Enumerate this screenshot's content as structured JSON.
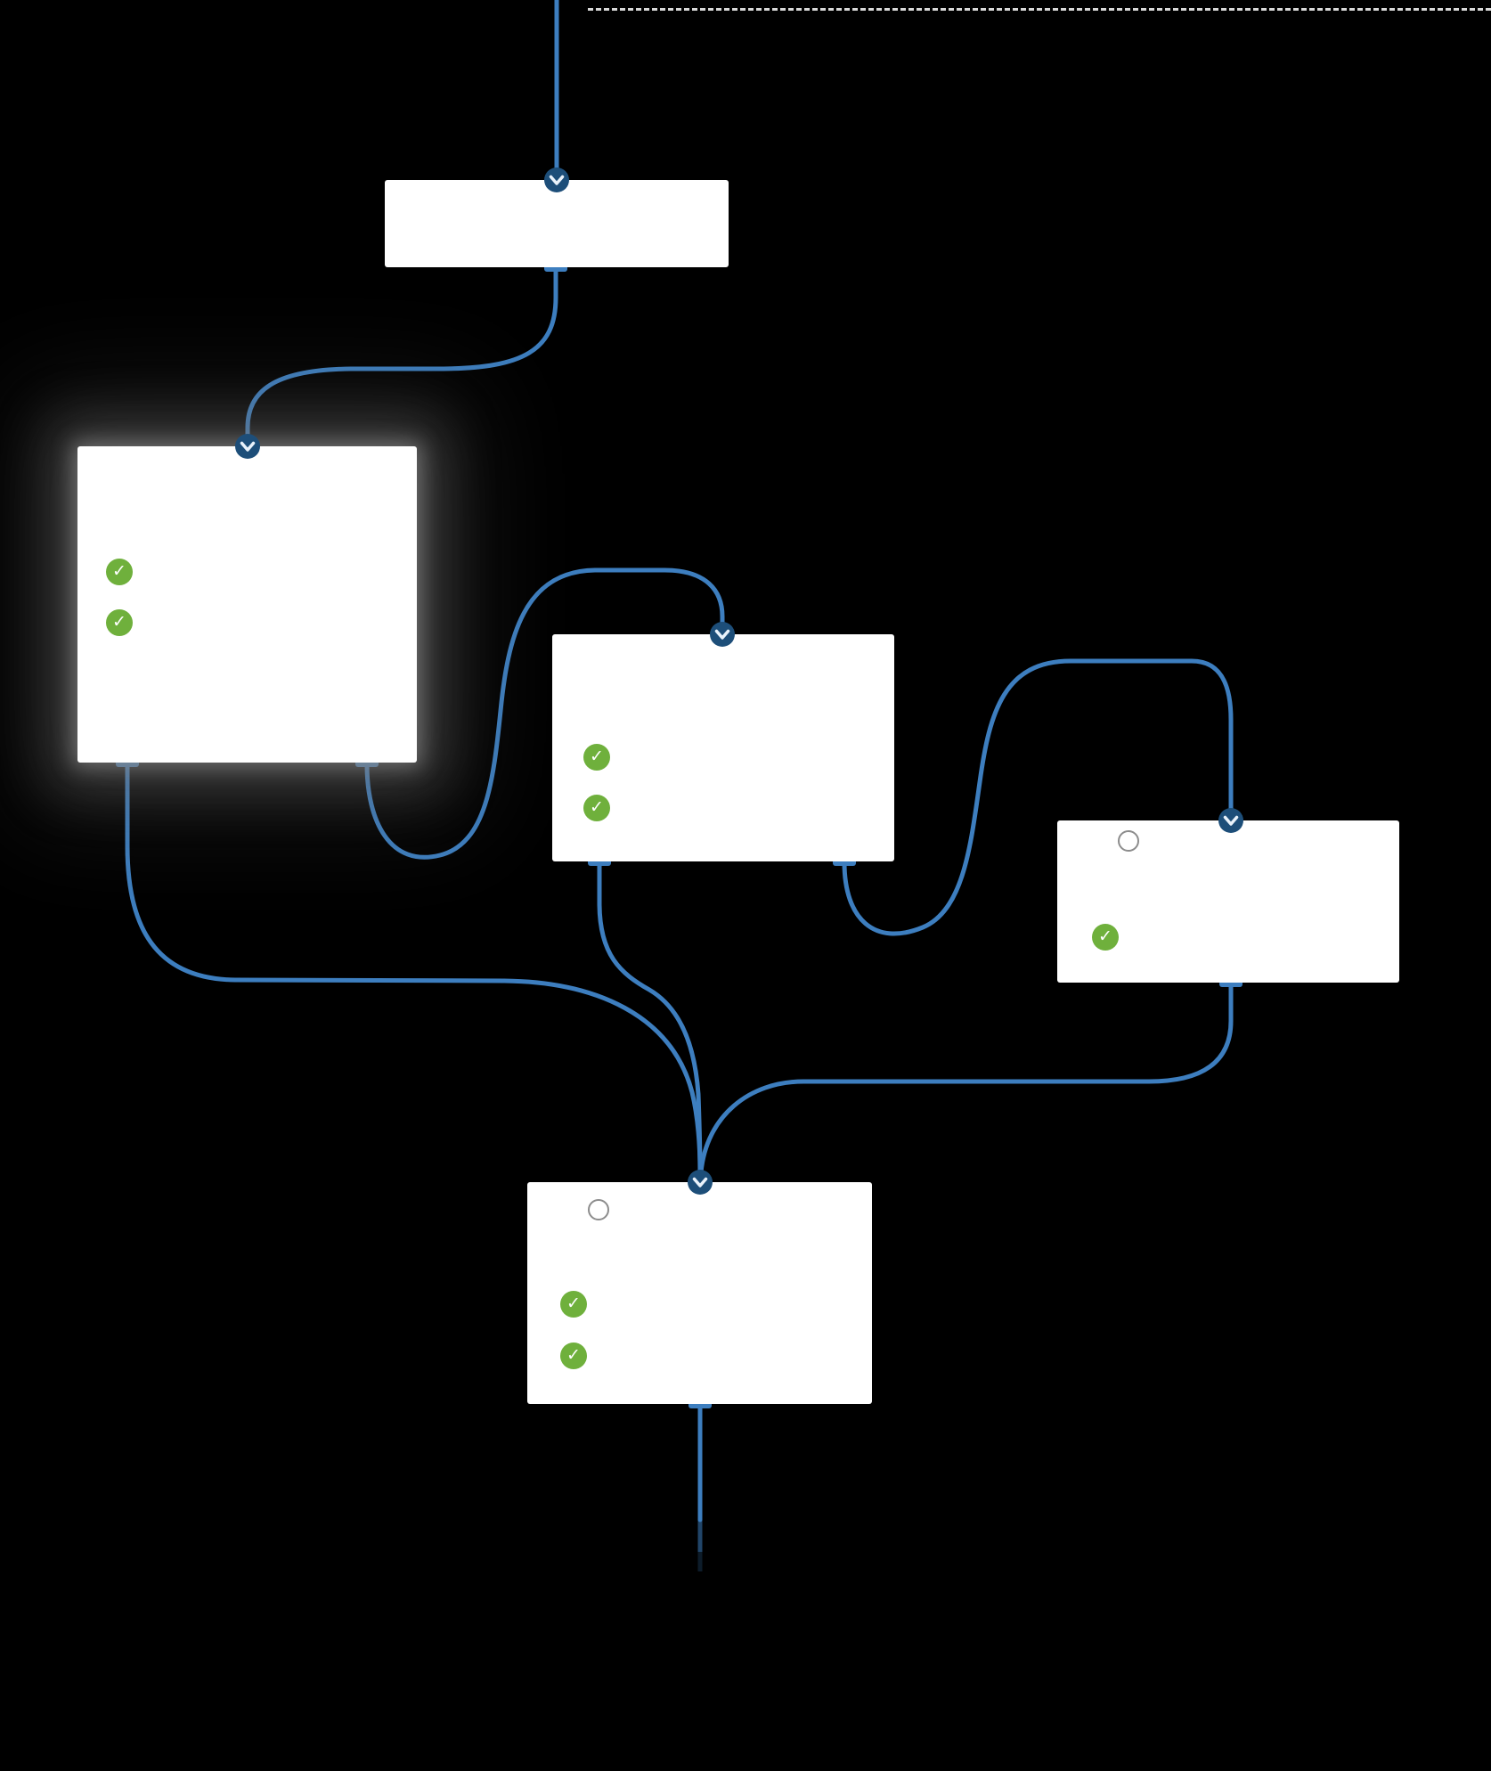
{
  "app": {
    "name": "workflow-canvas"
  },
  "colors": {
    "background": "#000000",
    "edge": "#3d7ebf",
    "marker_fill": "#1d4e79",
    "marker_arrow": "#e9f2fb",
    "node_fill": "#ffffff",
    "check_green": "#6fb03c",
    "check_mark": "#ffffff",
    "pending_gray": "#8c8c8c"
  },
  "glyphs": {
    "check": "✓"
  },
  "nodes": [
    {
      "id": "node-1",
      "selected": false,
      "status_icons": []
    },
    {
      "id": "node-2",
      "selected": true,
      "status_icons": [
        "check-icon",
        "check-icon"
      ]
    },
    {
      "id": "node-3",
      "selected": false,
      "status_icons": [
        "check-icon",
        "check-icon"
      ]
    },
    {
      "id": "node-4",
      "selected": false,
      "status_icons": [
        "pending-circle-icon",
        "check-icon"
      ]
    },
    {
      "id": "node-5",
      "selected": false,
      "status_icons": [
        "pending-circle-icon",
        "check-icon",
        "check-icon"
      ]
    }
  ],
  "edges": [
    {
      "from": "offscreen-top",
      "to": "node-1"
    },
    {
      "from": "node-1",
      "to": "node-2"
    },
    {
      "from": "node-2",
      "to": "node-3"
    },
    {
      "from": "node-3",
      "to": "node-4"
    },
    {
      "from": "node-2",
      "to": "node-5"
    },
    {
      "from": "node-3",
      "to": "node-5"
    },
    {
      "from": "node-4",
      "to": "node-5"
    },
    {
      "from": "node-5",
      "to": "offscreen-bottom"
    }
  ]
}
